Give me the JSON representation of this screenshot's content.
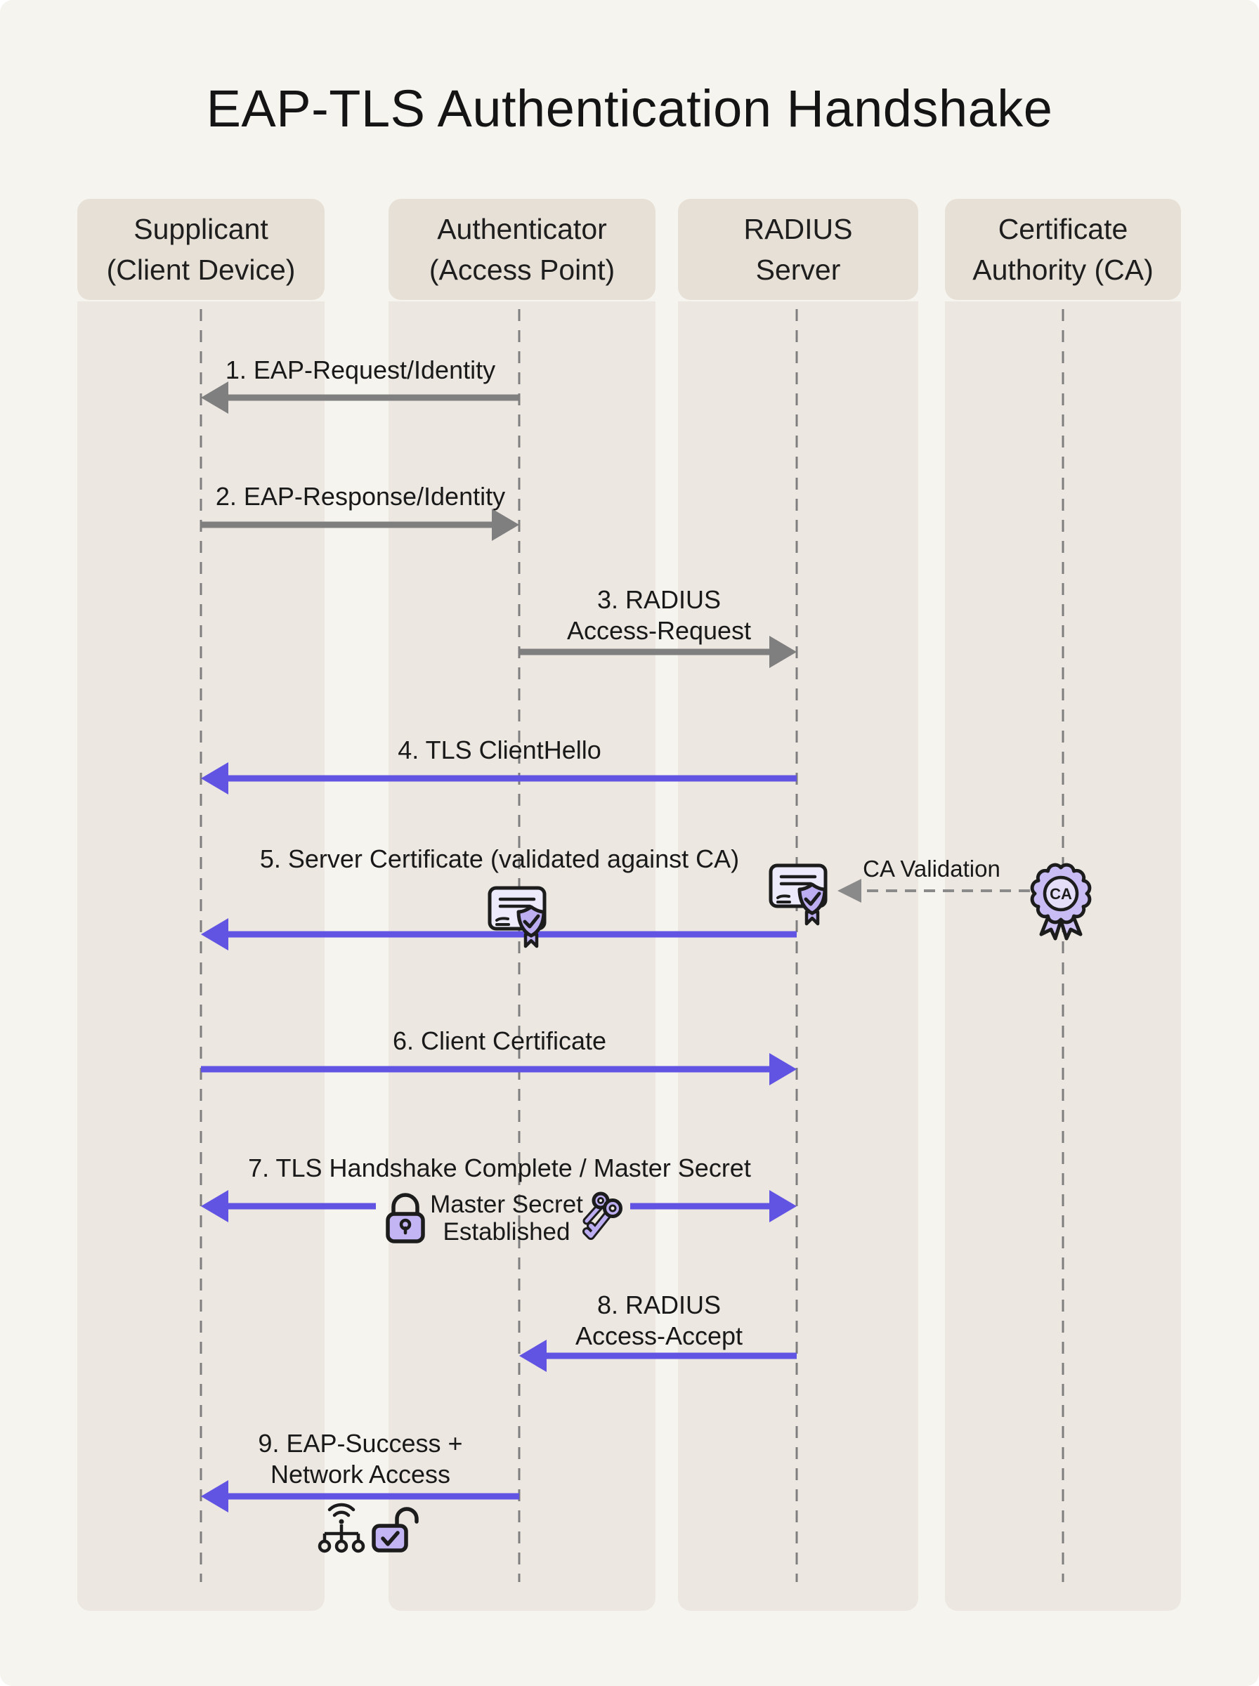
{
  "title": "EAP-TLS Authentication Handshake",
  "actors": [
    {
      "id": "supplicant",
      "label": "Supplicant\n(Client Device)"
    },
    {
      "id": "authenticator",
      "label": "Authenticator\n(Access Point)"
    },
    {
      "id": "radius",
      "label": "RADIUS\nServer"
    },
    {
      "id": "ca",
      "label": "Certificate\nAuthority (CA)"
    }
  ],
  "messages": [
    {
      "num": 1,
      "label": "1. EAP-Request/Identity",
      "from": "authenticator",
      "to": "supplicant",
      "style": "gray"
    },
    {
      "num": 2,
      "label": "2. EAP-Response/Identity",
      "from": "supplicant",
      "to": "authenticator",
      "style": "gray"
    },
    {
      "num": 3,
      "label": "3. RADIUS\nAccess-Request",
      "from": "authenticator",
      "to": "radius",
      "style": "gray"
    },
    {
      "num": 4,
      "label": "4. TLS ClientHello",
      "from": "radius",
      "to": "supplicant",
      "style": "purple"
    },
    {
      "num": 5,
      "label": "5. Server Certificate (validated against CA)",
      "from": "radius",
      "to": "supplicant",
      "style": "purple"
    },
    {
      "num": 6,
      "label": "6. Client Certificate",
      "from": "supplicant",
      "to": "radius",
      "style": "purple"
    },
    {
      "num": 7,
      "label": "7. TLS Handshake Complete / Master Secret",
      "from": "supplicant",
      "to": "radius",
      "style": "purple",
      "bidirectional": true
    },
    {
      "num": 8,
      "label": "8. RADIUS\nAccess-Accept",
      "from": "radius",
      "to": "authenticator",
      "style": "purple"
    },
    {
      "num": 9,
      "label": "9. EAP-Success +\nNetwork Access",
      "from": "authenticator",
      "to": "supplicant",
      "style": "purple"
    }
  ],
  "annotations": {
    "ca_validation": "CA Validation",
    "master_secret": "Master Secret\nEstablished",
    "ca_badge": "CA"
  },
  "colors": {
    "background": "#f6f4ef",
    "lane_band": "#ece7e0",
    "lane_header": "#e7e0d6",
    "arrow_gray": "#7f7f7f",
    "accent_purple": "#6254e3",
    "lifeline_gray": "#7e7e7e",
    "icon_purple": "#bdaef2",
    "icon_card": "#edeafb",
    "text": "#191919"
  }
}
